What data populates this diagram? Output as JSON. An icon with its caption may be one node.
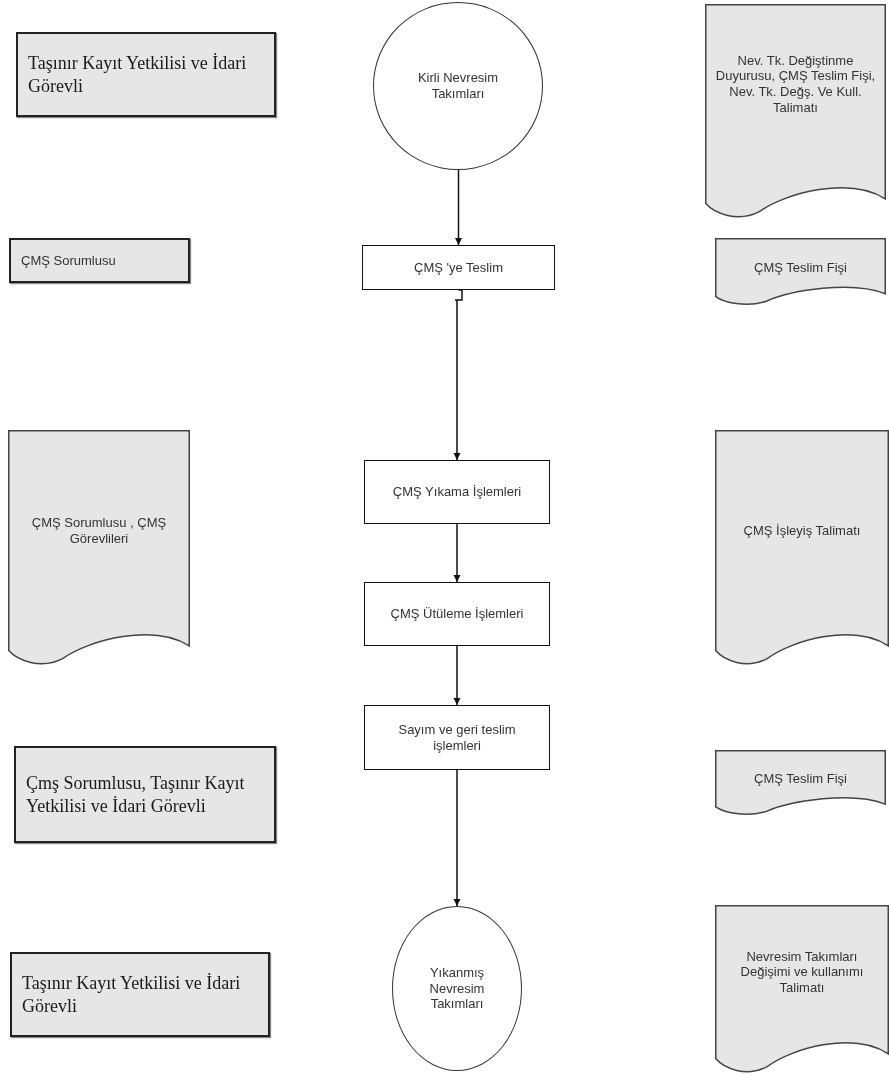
{
  "diagram": {
    "nodes": [
      {
        "text": [
          "Taşınır Kayıt Yetkilisi ve İdari Görevli"
        ]
      },
      {
        "text": [
          "Kirli Nevresim Takımları"
        ]
      },
      {
        "text": [
          "Nev. Tk. Değiştinme Duyurusu, ÇMŞ Teslim Fişi, Nev. Tk. Değş. Ve Kull. Talimatı"
        ]
      },
      {
        "text": [
          "ÇMŞ Sorumlusu"
        ]
      },
      {
        "text": [
          "ÇMŞ 'ye Teslim"
        ]
      },
      {
        "text": [
          "ÇMŞ Teslim Fişi"
        ]
      },
      {
        "text": [
          "ÇMŞ Sorumlusu , ÇMŞ Görevlileri"
        ]
      },
      {
        "text": [
          "ÇMŞ Yıkama İşlemleri"
        ]
      },
      {
        "text": [
          "ÇMŞ İşleyiş Talimatı"
        ]
      },
      {
        "text": [
          "ÇMŞ Ütüleme İşlemleri"
        ]
      },
      {
        "text": [
          "Çmş Sorumlusu, Taşınır Kayıt Yetkilisi ve İdari Görevli"
        ]
      },
      {
        "text": [
          "Sayım ve geri teslim işlemleri"
        ]
      },
      {
        "text": [
          "ÇMŞ Teslim Fişi"
        ]
      },
      {
        "text": [
          "Taşınır Kayıt Yetkilisi ve İdari Görevli"
        ]
      },
      {
        "text": [
          "Yıkanmış Nevresim Takımları"
        ]
      },
      {
        "text": [
          "Nevresim Takımları Değişimi ve kullanımı Talimatı"
        ]
      }
    ],
    "edges": [
      {
        "from": 1,
        "to": 4,
        "arrow": "to"
      },
      {
        "from": 4,
        "to": 7,
        "arrow": "to"
      },
      {
        "from": 7,
        "to": 9,
        "arrow": "to"
      },
      {
        "from": 9,
        "to": 11,
        "arrow": "to"
      },
      {
        "from": 11,
        "to": 14,
        "arrow": "to"
      }
    ]
  }
}
